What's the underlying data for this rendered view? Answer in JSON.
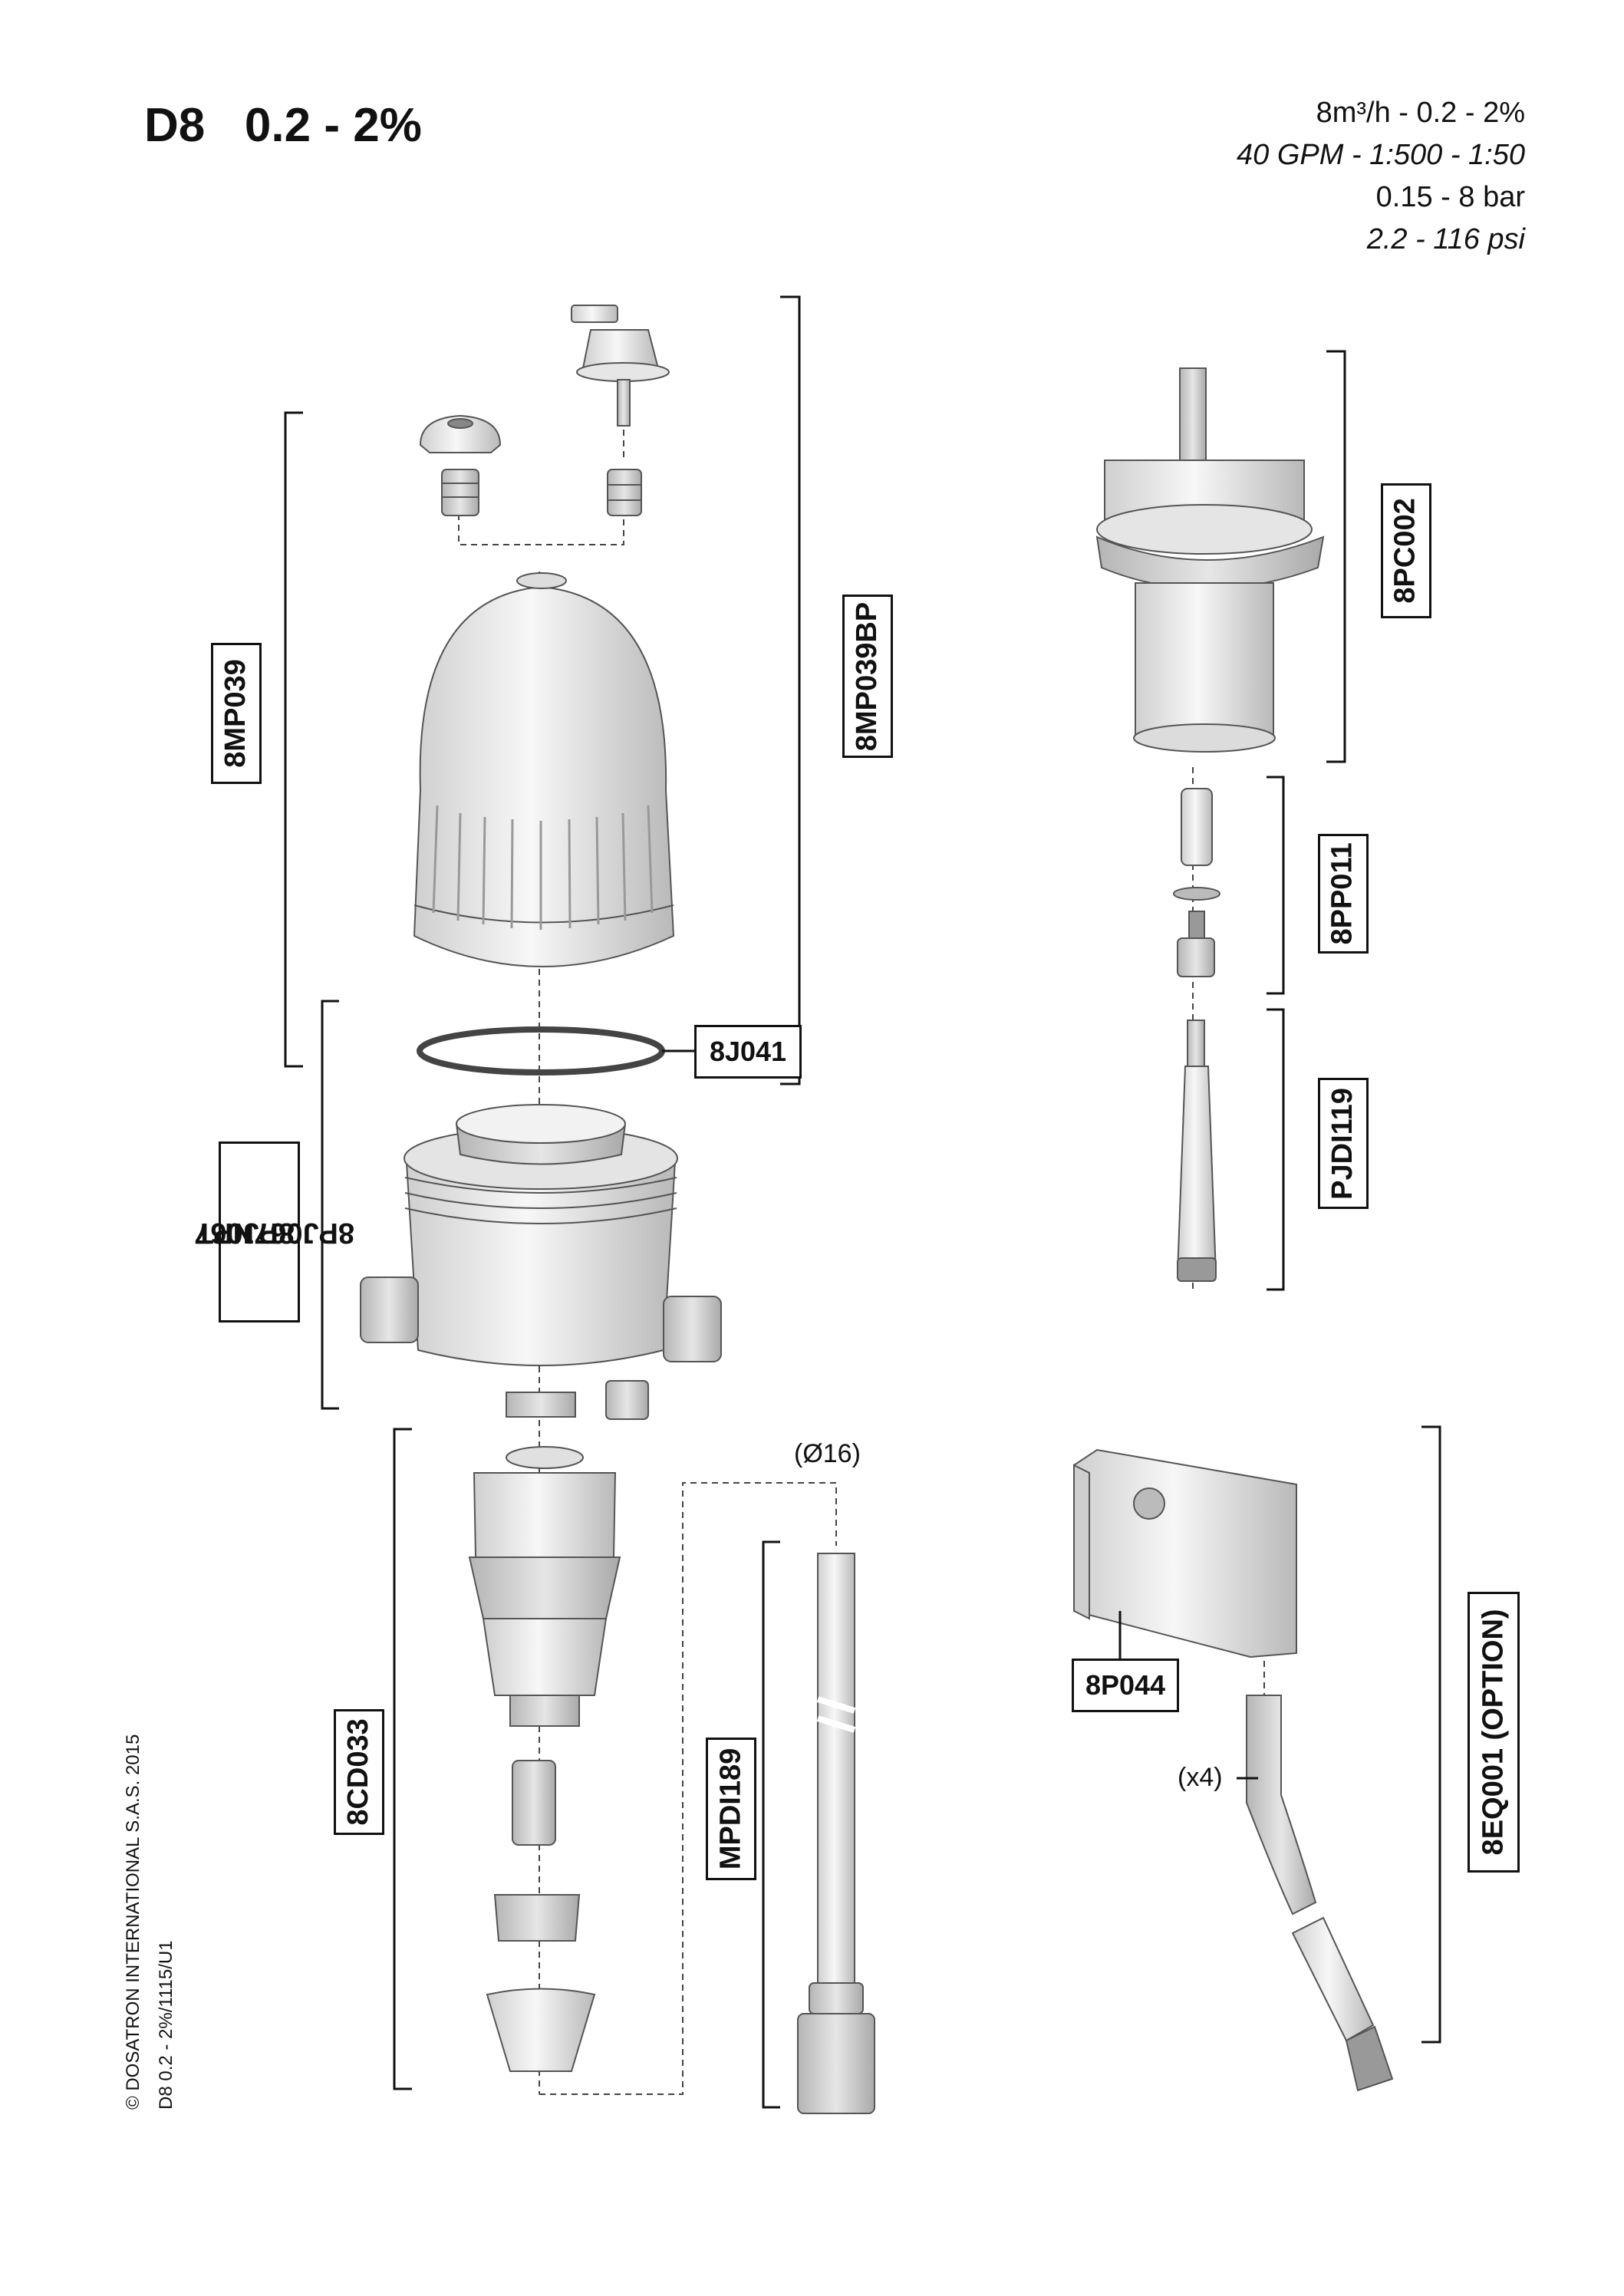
{
  "title": "D8   0.2 - 2%",
  "specs": {
    "flow": "8m³/h - 0.2 - 2%",
    "flow_us": "40 GPM - 1:500 - 1:50",
    "pressure": "0.15 - 8 bar",
    "pressure_psi": "2.2 - 116 psi"
  },
  "parts": {
    "upper_housing": "8MP039",
    "upper_housing_bp": "8MP039BP",
    "oring": "8J041",
    "lower_housing_a": "8PJ067",
    "lower_housing_b": "8PJ067NPT",
    "piston": "8PC002",
    "plunger": "8PP011",
    "plunger_rod": "PJDI119",
    "dosing_part": "8CD033",
    "suction_hose": "MPDI189",
    "bracket": "8P044",
    "wall_kit": "8EQ001 (OPTION)"
  },
  "notes": {
    "hose_diameter": "(Ø16)",
    "quantity": "(x4)"
  },
  "footer": {
    "copyright": "© DOSATRON INTERNATIONAL S.A.S. 2015",
    "reference": "D8  0.2 - 2%/1115/U1"
  },
  "colors": {
    "line": "#111111",
    "part_fill": "#ececec",
    "part_shade": "#c8c8c8",
    "part_stroke": "#555555"
  }
}
